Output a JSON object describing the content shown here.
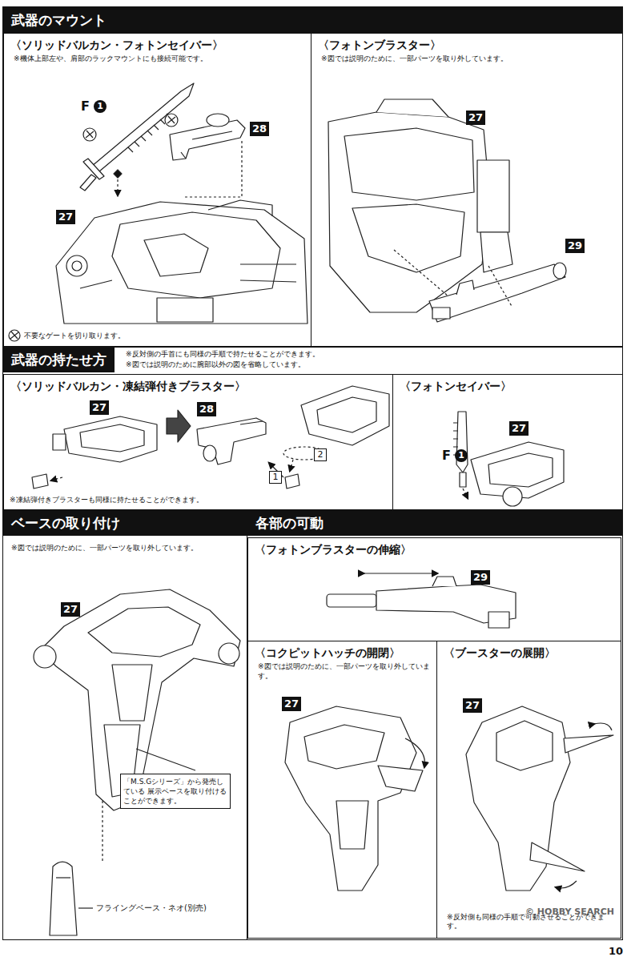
{
  "diagram": {
    "nodes": [
      {
        "text": [
          "武器のマウント"
        ]
      },
      {
        "text": [
          "〈ソリッドバルカン・フォトンセイバー〉",
          "※機体上部左や、肩部のラックマウントにも接続可能です。"
        ],
        "in": 0
      },
      {
        "text": [
          "〈フォトンブラスター〉",
          "※図では説明のために、一部パーツを取り外しています。"
        ],
        "in": 0
      },
      {
        "text": [
          "武器の持たせ方",
          "※反対側の手首にも同様の手順で持たせることができます。",
          "※図では説明のために腕部以外の図を省略しています。"
        ]
      },
      {
        "text": [
          "〈ソリッドバルカン・凍結弾付きブラスター〉"
        ],
        "in": 3
      },
      {
        "text": [
          "〈フォトンセイバー〉"
        ],
        "in": 3
      },
      {
        "text": [
          "ベースの取り付け",
          "※図では説明のために、一部パーツを取り外しています。"
        ]
      },
      {
        "text": [
          "各部の可動"
        ]
      },
      {
        "text": [
          "〈フォトンブラスターの伸縮〉"
        ],
        "in": 7
      },
      {
        "text": [
          "〈コクピットハッチの開閉〉",
          "※図では説明のために、一部パーツを取り外しています。"
        ],
        "in": 7
      },
      {
        "text": [
          "〈ブースターの展開〉",
          "※反対側も同様の手順で可動させることができます。"
        ],
        "in": 7
      }
    ],
    "labels": [
      "F",
      "1",
      "28",
      "27",
      "不要なゲートを切り取ります。",
      "27",
      "29",
      "27",
      "28",
      "1",
      "2",
      "※凍結弾付きブラスターも同様に持たせることができます。",
      "F",
      "1",
      "27",
      "27",
      "「M.S.Gシリーズ」から発売している 展示ベースを取り付けることができます。",
      "フライングベース・ネオ(別売)",
      "29",
      "27",
      "27",
      "10",
      "© HOBBY SEARCH"
    ]
  }
}
